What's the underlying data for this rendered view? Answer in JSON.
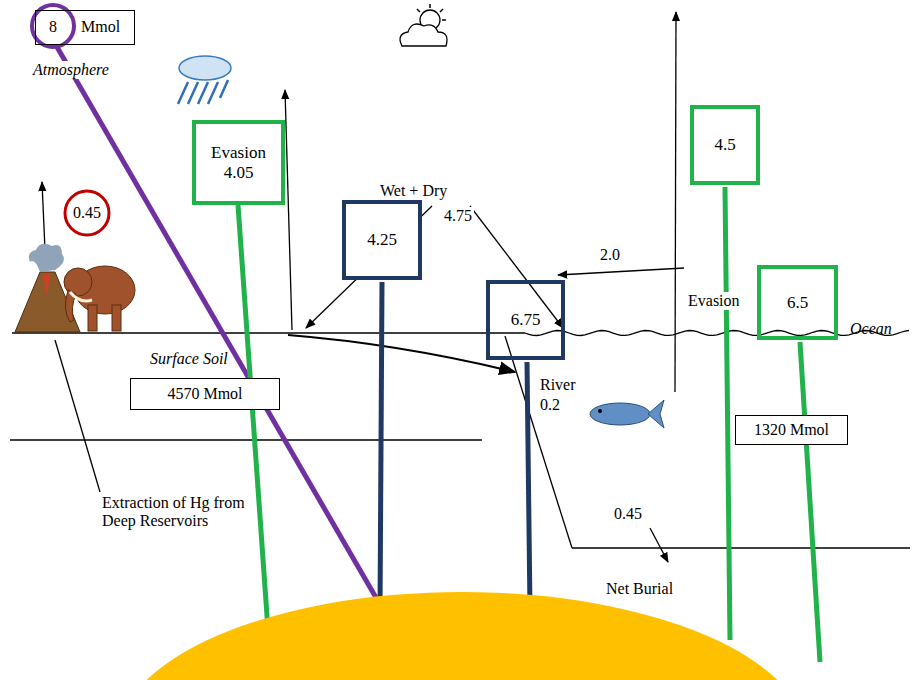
{
  "diagram": {
    "nodes": [
      {
        "text": [
          "8 Mmol"
        ]
      },
      {
        "text": [
          "Evasion 4.05"
        ]
      },
      {
        "text": [
          "4.25"
        ]
      },
      {
        "text": [
          "6.75"
        ]
      },
      {
        "text": [
          "4.5"
        ]
      },
      {
        "text": [
          "6.5"
        ]
      },
      {
        "text": [
          "0.45"
        ]
      },
      {
        "text": [
          "4570 Mmol"
        ]
      },
      {
        "text": [
          "1320 Mmol"
        ]
      }
    ],
    "labels": [
      "Atmosphere",
      "Wet + Dry",
      "4.75",
      "2.0",
      "Evasion",
      "Surface Soil",
      "River",
      "0.2",
      "Ocean",
      "Extraction of Hg from Deep Reservoirs",
      "0.45",
      "Net Burial"
    ]
  }
}
